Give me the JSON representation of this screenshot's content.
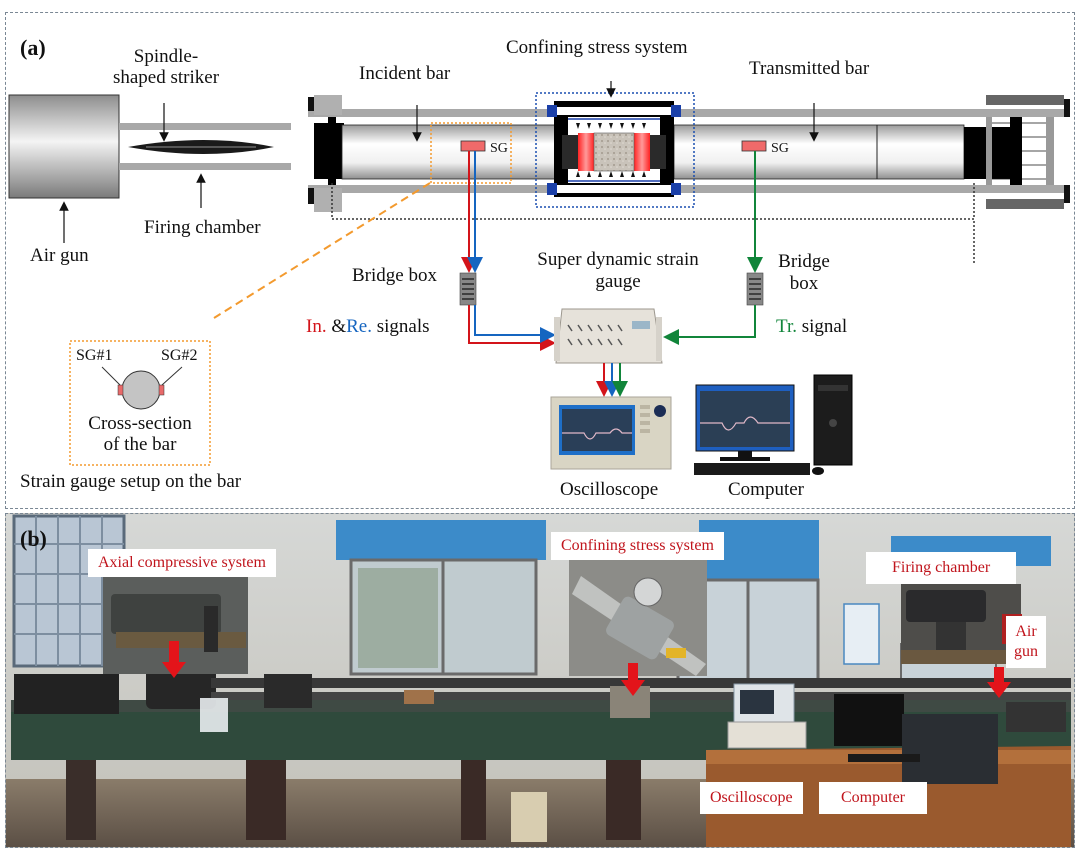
{
  "panel_a": {
    "letter": "(a)",
    "labels": {
      "striker_line1": "Spindle-",
      "striker_line2": "shaped striker",
      "air_gun": "Air gun",
      "firing_chamber": "Firing chamber",
      "incident_bar": "Incident bar",
      "confining_stress_system": "Confining stress system",
      "transmitted_bar": "Transmitted bar",
      "sg_left": "SG",
      "sg_right": "SG",
      "bridge_box_left": "Bridge box",
      "bridge_box_right_line1": "Bridge",
      "bridge_box_right_line2": "box",
      "strain_gauge_line1": "Super dynamic strain",
      "strain_gauge_line2": "gauge",
      "in_signal": "In.",
      "amp": "&",
      "re_signal": "Re.",
      "signals_word": "signals",
      "tr_signal": "Tr.",
      "signal_word": "signal",
      "sg1": "SG#1",
      "sg2": "SG#2",
      "cross_section_line1": "Cross-section",
      "cross_section_line2": "of the bar",
      "strain_setup": "Strain gauge setup on the bar",
      "oscilloscope": "Oscilloscope",
      "computer": "Computer"
    },
    "colors": {
      "incident_signal": "#d3141a",
      "reflected_signal": "#1565c0",
      "transmitted_signal": "#11853a",
      "highlight_box": "#f39a2e",
      "confining_box": "#1a4fb0",
      "strain_gauge": "#f06a6a"
    }
  },
  "panel_b": {
    "letter": "(b)",
    "captions": {
      "axial": "Axial compressive system",
      "confining": "Confining stress system",
      "firing": "Firing chamber",
      "air_gun_line1": "Air",
      "air_gun_line2": "gun",
      "oscilloscope": "Oscilloscope",
      "computer": "Computer"
    }
  }
}
